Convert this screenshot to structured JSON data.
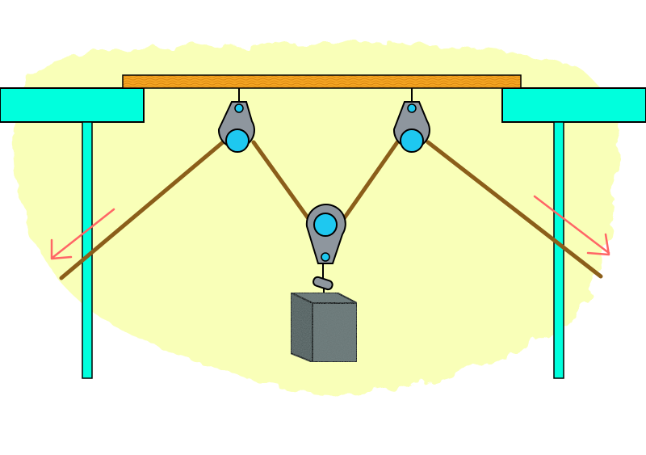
{
  "diagram": {
    "kind": "pulley-system",
    "pulley_count": 3,
    "fixed_pulleys": 2,
    "movable_pulleys": 1,
    "rope_ends": 2,
    "pull_arrows": 2,
    "load": "hanging-block-weight",
    "colors": {
      "background_blob": "#f9ffb8",
      "table_top": "#00ffdd",
      "table_leg": "#00ffdd",
      "beam": "#f5a623",
      "beam_grain": "#d98510",
      "rope": "#8b5e1a",
      "pulley_body": "#8e969e",
      "pulley_wheel": "#1ec8f0",
      "weight": "#6a7878",
      "arrow": "#ff6666",
      "outline": "#000000"
    }
  }
}
